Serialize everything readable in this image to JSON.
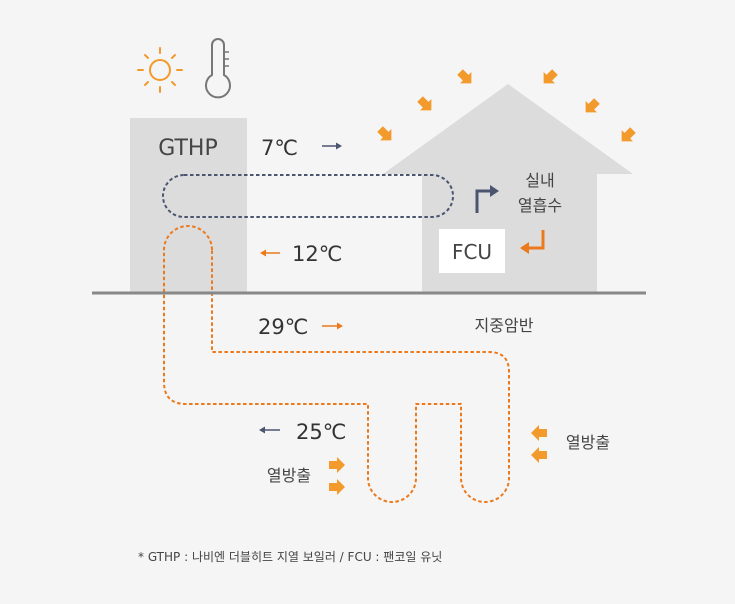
{
  "labels": {
    "gthp": "GTHP",
    "fcu": "FCU",
    "indoor_absorb_line1": "실내",
    "indoor_absorb_line2": "열흡수",
    "ground": "지중암반",
    "heat_release_right": "열방출",
    "heat_release_left": "열방출"
  },
  "temperatures": {
    "t7": "7℃",
    "t12": "12℃",
    "t29": "29℃",
    "t25": "25℃"
  },
  "footnote": "* GTHP : 나비엔 더블히트 지열 보일러 / FCU : 팬코일 유닛",
  "colors": {
    "background": "#f5f5f5",
    "building": "#dcdcdc",
    "ground_line": "#888888",
    "accent_orange": "#f39a2d",
    "loop_orange": "#ec7a1c",
    "loop_navy": "#4b5570",
    "text": "#333333"
  },
  "icons": [
    "sun-icon",
    "thermometer-icon",
    "solar-arrow-icon",
    "flow-arrow-icon",
    "heat-arrow-icon"
  ]
}
